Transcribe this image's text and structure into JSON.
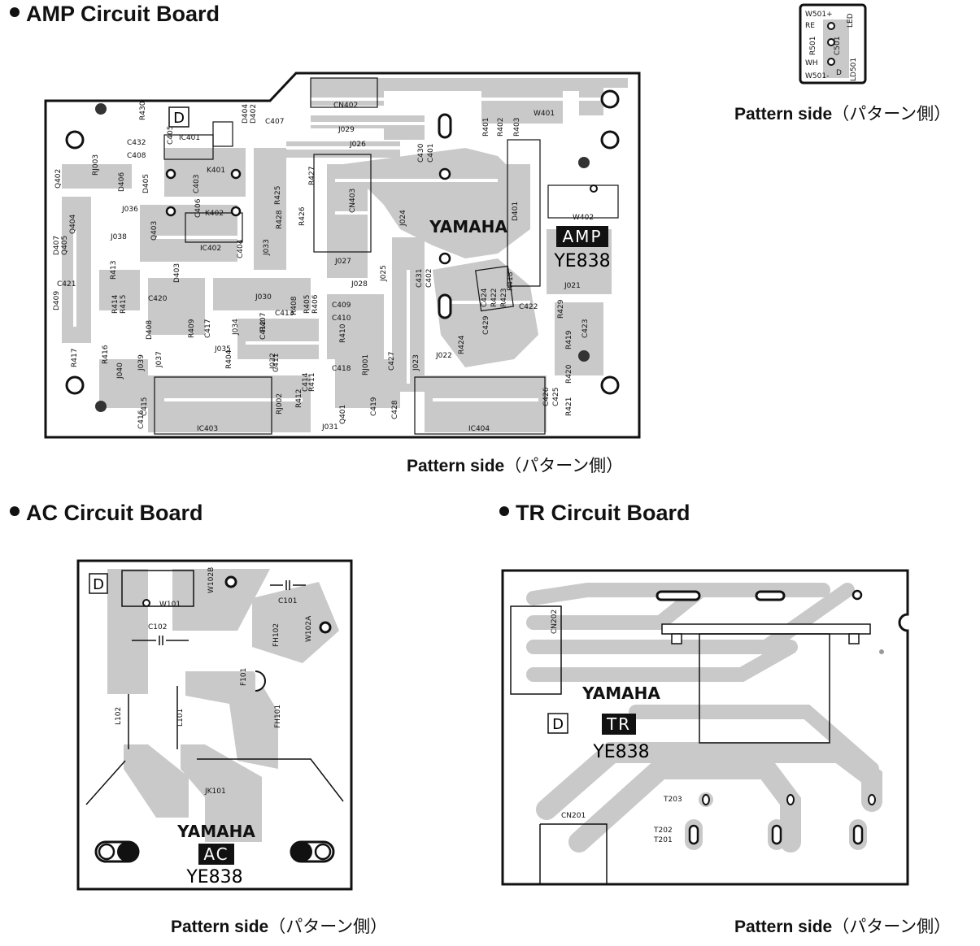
{
  "sections": {
    "amp": {
      "title": "AMP Circuit Board"
    },
    "ac": {
      "title": "AC Circuit Board"
    },
    "tr": {
      "title": "TR Circuit Board"
    }
  },
  "captions": {
    "amp": {
      "en": "Pattern side",
      "jp": "（パターン側）"
    },
    "led": {
      "en": "Pattern side",
      "jp": "（パターン側）"
    },
    "ac": {
      "en": "Pattern side",
      "jp": "（パターン側）"
    },
    "tr": {
      "en": "Pattern side",
      "jp": "（パターン側）"
    }
  },
  "amp_board": {
    "brand": "YAMAHA",
    "name": "AMP",
    "code": "YE838",
    "mark": "D",
    "labels": [
      "CN402",
      "J029",
      "J026",
      "IC401",
      "K401",
      "K402",
      "IC402",
      "C404",
      "J036",
      "J038",
      "J033",
      "J027",
      "J028",
      "J030",
      "J025",
      "CN403",
      "J024",
      "D401",
      "W402",
      "W401",
      "J021",
      "J022",
      "J023",
      "IC403",
      "IC404",
      "J031",
      "Q401",
      "RJ001",
      "RJ002",
      "J040",
      "J039",
      "J037",
      "J035",
      "J034",
      "J032",
      "R430",
      "C432",
      "C408",
      "RJ003",
      "Q402",
      "D406",
      "D405",
      "C405",
      "D404",
      "D402",
      "C407",
      "C403",
      "C406",
      "R425",
      "R427",
      "R428",
      "R426",
      "R401",
      "R402",
      "R403",
      "C430",
      "C401",
      "C431",
      "C402",
      "R418",
      "C424",
      "R422",
      "R423",
      "C422",
      "R429",
      "C423",
      "C429",
      "R424",
      "R419",
      "R420",
      "C426",
      "C425",
      "R421",
      "C427",
      "C428",
      "C419",
      "C418",
      "C410",
      "C409",
      "C413",
      "R408",
      "R405",
      "R406",
      "R407",
      "C412",
      "C411",
      "R404",
      "R409",
      "C417",
      "R410",
      "R412",
      "C414",
      "R411",
      "C415",
      "C416",
      "R416",
      "R417",
      "R414",
      "R415",
      "C420",
      "D408",
      "C421",
      "D409",
      "D407",
      "Q405",
      "Q404",
      "Q403",
      "D403",
      "R413"
    ]
  },
  "led_board": {
    "labels": [
      "W501+",
      "RE",
      "R501",
      "C501",
      "WH",
      "W501-",
      "D",
      "LD501",
      "LED"
    ]
  },
  "ac_board": {
    "brand": "YAMAHA",
    "name": "AC",
    "code": "YE838",
    "mark": "D",
    "labels": [
      "W101",
      "W102B",
      "C101",
      "C102",
      "FH102",
      "W102A",
      "F101",
      "FH101",
      "L102",
      "L101",
      "JK101"
    ]
  },
  "tr_board": {
    "brand": "YAMAHA",
    "name": "TR",
    "code": "YE838",
    "mark": "D",
    "labels": [
      "CN202",
      "CN201",
      "T203",
      "T202",
      "T201"
    ]
  }
}
